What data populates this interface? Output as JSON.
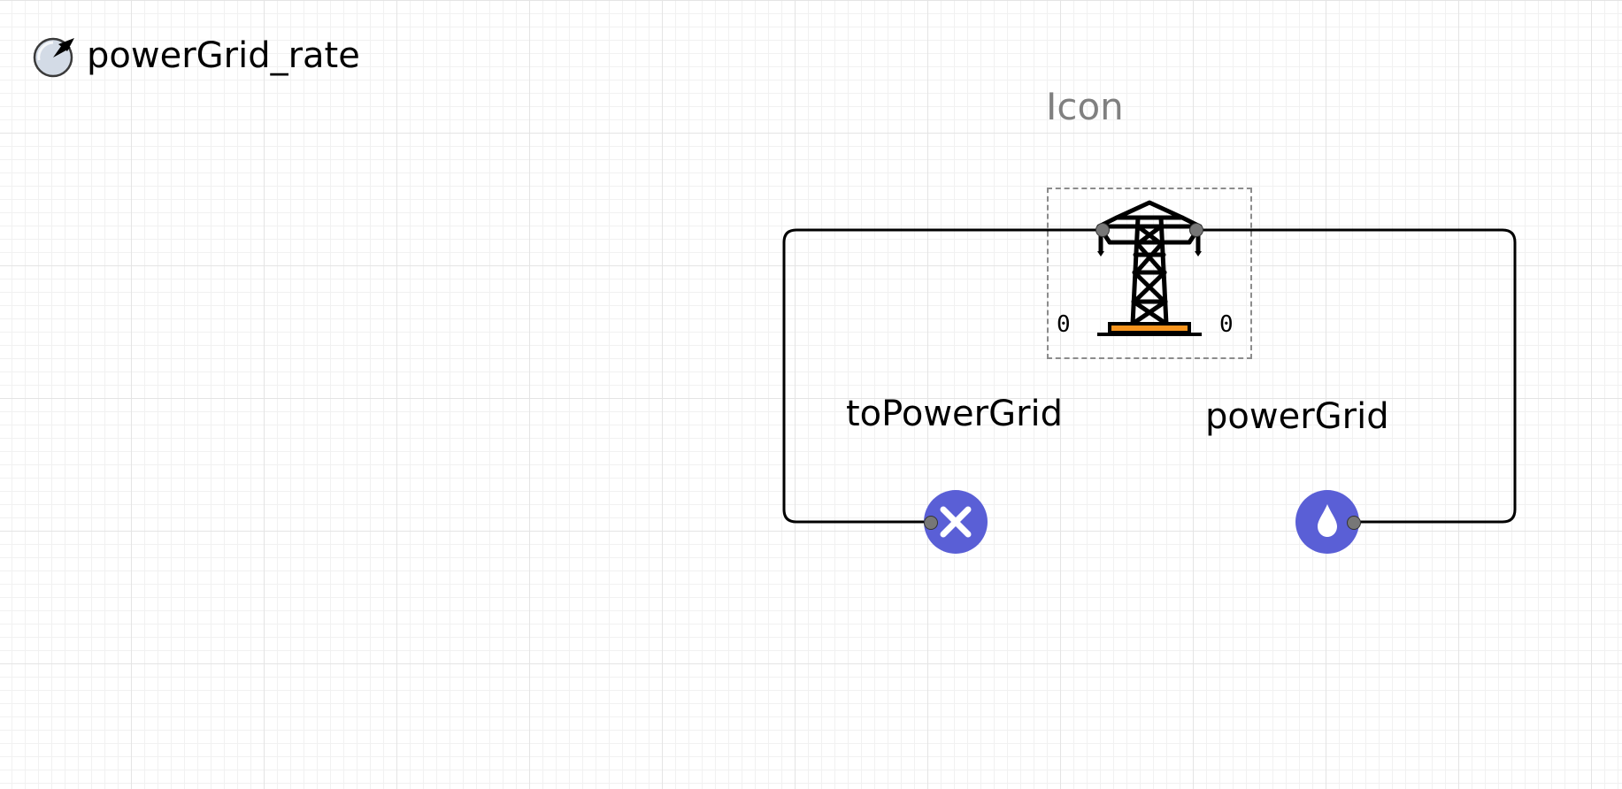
{
  "variable": {
    "name": "powerGrid_rate",
    "icon": "gauge-icon"
  },
  "block": {
    "caption": "Icon",
    "icon": "transmission-tower-icon",
    "left_value": "0",
    "right_value": "0"
  },
  "nodes": {
    "to_power_grid": {
      "label": "toPowerGrid",
      "icon": "close-icon",
      "color": "#5a5fd6"
    },
    "power_grid": {
      "label": "powerGrid",
      "icon": "water-drop-icon",
      "color": "#5a5fd6"
    }
  },
  "colors": {
    "node_fill": "#5a5fd6",
    "tower_accent": "#f7941d",
    "caption_gray": "#808080"
  }
}
